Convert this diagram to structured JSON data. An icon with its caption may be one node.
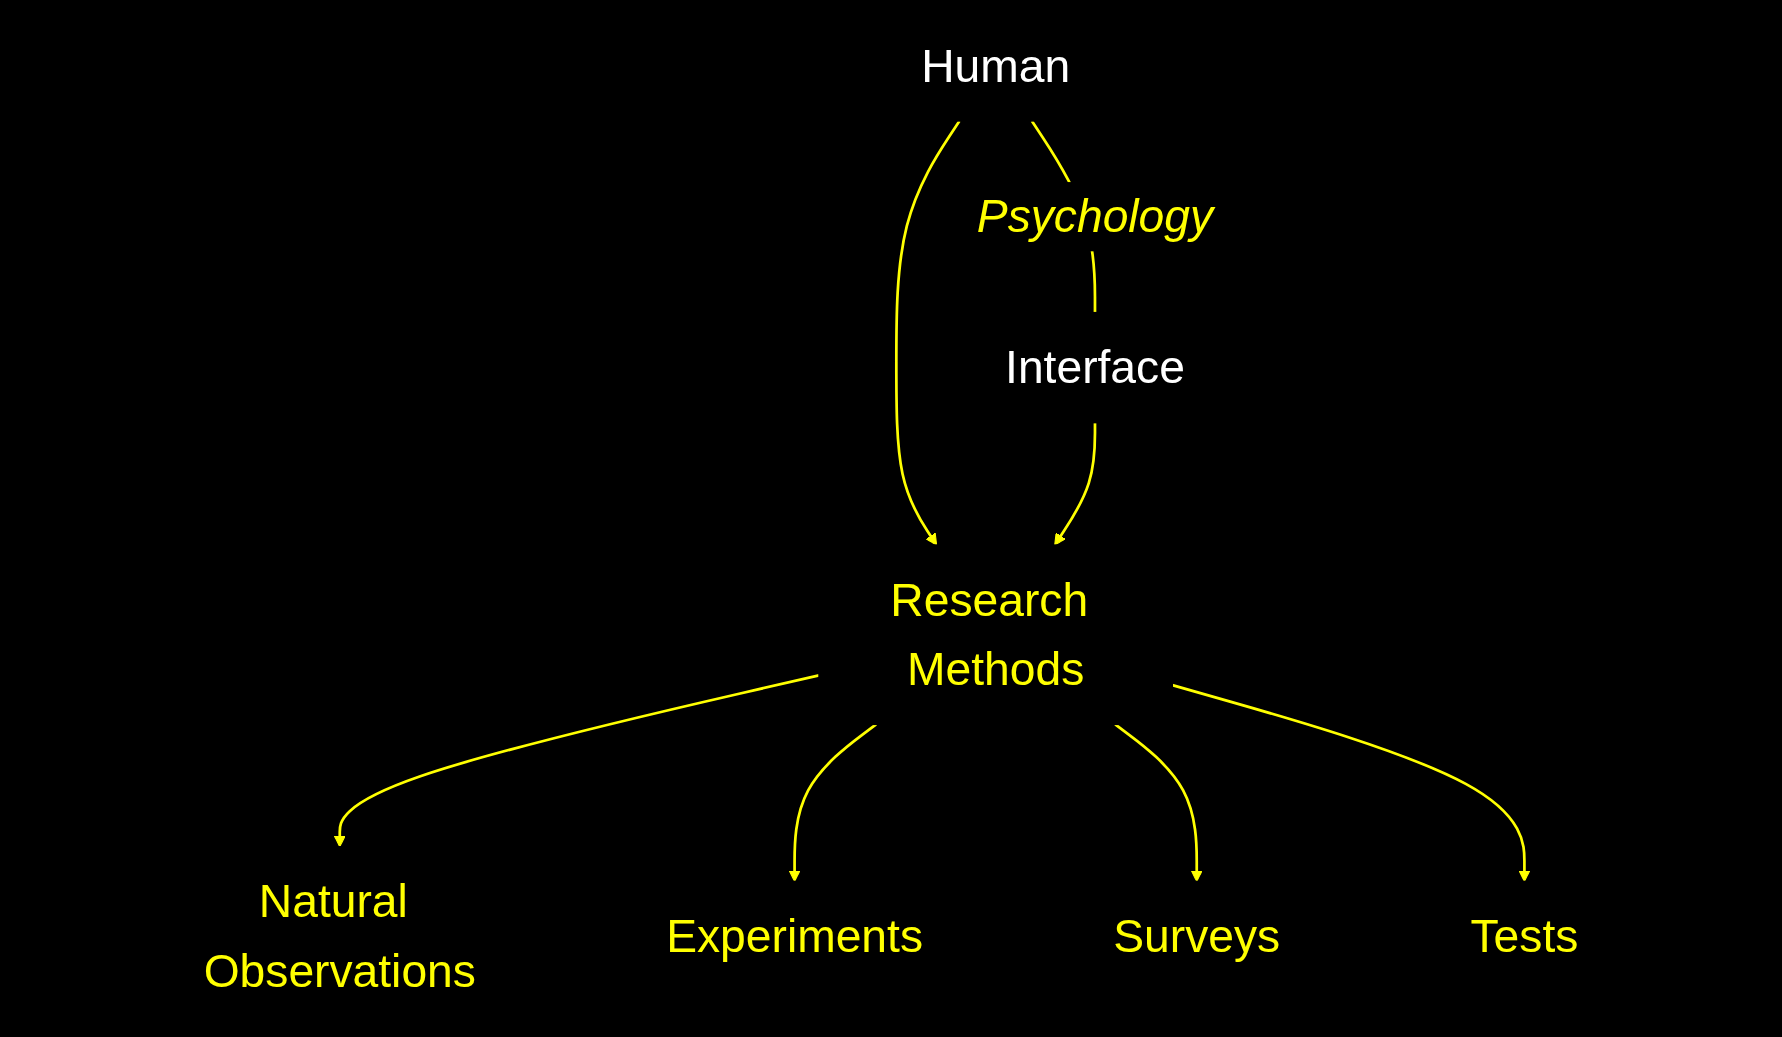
{
  "diagram": {
    "nodes": [
      {
        "text": [
          "Human"
        ]
      },
      {
        "text": [
          "Interface"
        ]
      },
      {
        "text": [
          "Research Methods"
        ]
      },
      {
        "text": [
          "Natural Observations"
        ]
      },
      {
        "text": [
          "Experiments"
        ]
      },
      {
        "text": [
          "Surveys"
        ]
      },
      {
        "text": [
          "Tests"
        ]
      }
    ],
    "edges": [
      {
        "from": 0,
        "to": 1,
        "arrow": "none",
        "label": "Psychology"
      },
      {
        "from": 0,
        "to": 2,
        "arrow": "to"
      },
      {
        "from": 1,
        "to": 2,
        "arrow": "to"
      },
      {
        "from": 2,
        "to": 3,
        "arrow": "to"
      },
      {
        "from": 2,
        "to": 4,
        "arrow": "to"
      },
      {
        "from": 2,
        "to": 5,
        "arrow": "to"
      },
      {
        "from": 2,
        "to": 6,
        "arrow": "to"
      }
    ]
  }
}
